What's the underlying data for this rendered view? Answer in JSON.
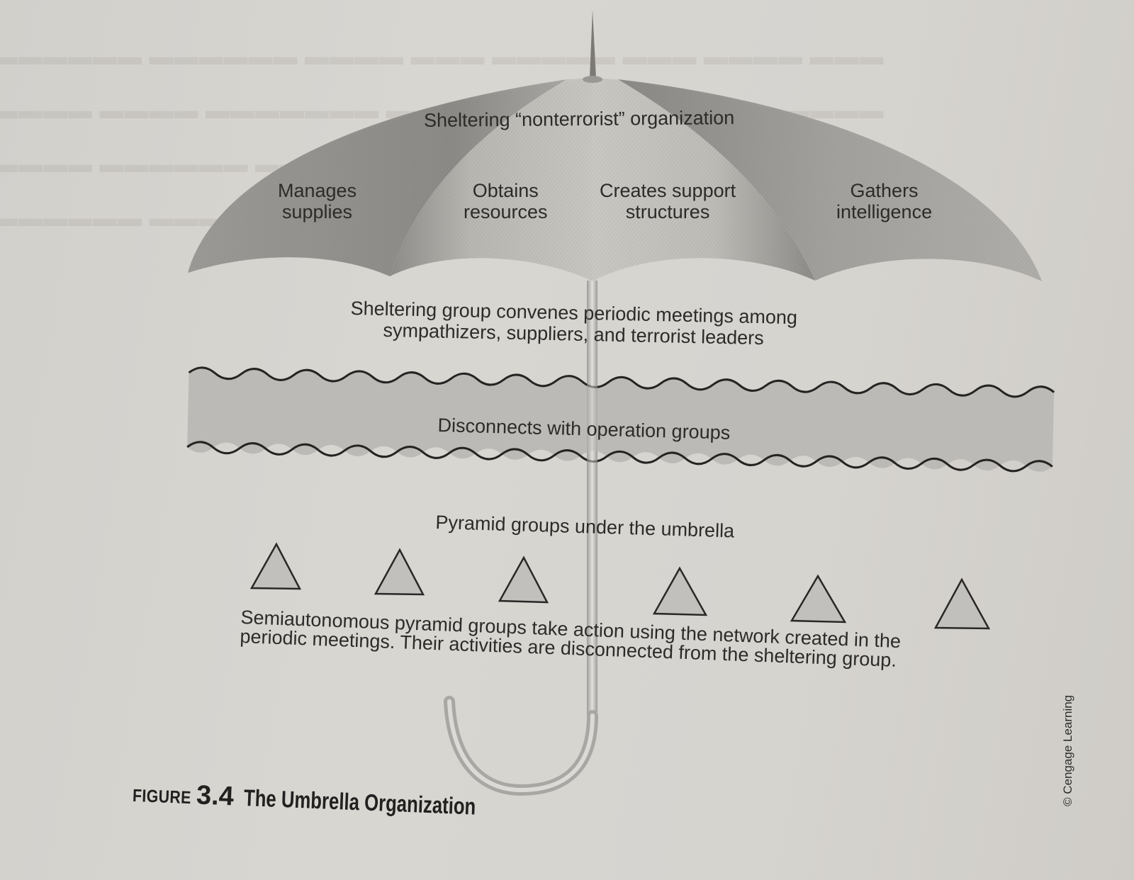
{
  "figure": {
    "label_word": "FIGURE",
    "number": "3.4",
    "title": "The Umbrella Organization",
    "copyright": "© Cengage Learning"
  },
  "umbrella": {
    "canopy_title": "Sheltering “nonterrorist” organization",
    "panels": [
      {
        "line1": "Manages",
        "line2": "supplies"
      },
      {
        "line1": "Obtains",
        "line2": "resources"
      },
      {
        "line1": "Creates support",
        "line2": "structures"
      },
      {
        "line1": "Gathers",
        "line2": "intelligence"
      }
    ]
  },
  "meetings": {
    "line1": "Sheltering group convenes periodic meetings among",
    "line2": "sympathizers, suppliers, and terrorist leaders"
  },
  "disconnect_band": {
    "label": "Disconnects with operation groups"
  },
  "pyramids": {
    "title": "Pyramid groups under the umbrella",
    "count": 6,
    "description_line1": "Semiautonomous pyramid groups take action using the network created in the",
    "description_line2": "periodic meetings. Their activities are disconnected from the sheltering group."
  },
  "colors": {
    "paper": "#d6d4cf",
    "canopy_dark": "#8e8c88",
    "canopy_light": "#c9c7c2",
    "band_fill": "#bdbbb7",
    "stroke": "#2a2826",
    "triangle_fill": "#c2c0bc",
    "text": "#2c2b29"
  }
}
